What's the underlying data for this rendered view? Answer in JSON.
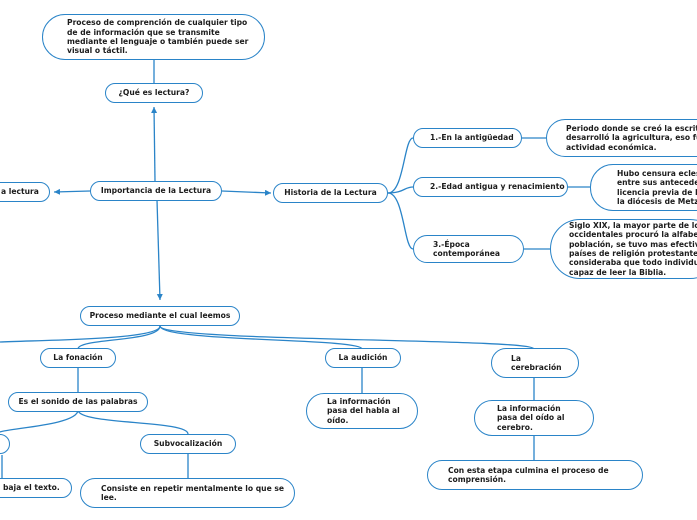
{
  "nodes": {
    "definicion": "Proceso de comprención de cualquier tipo\nde  de información  que se transmite\nmediante el lenguaje o también puede ser\nvisual o táctil.",
    "que_es": "¿Qué es lectura?",
    "importancia": "Importancia de la Lectura",
    "importancia_lectura": "a lectura",
    "historia": "Historia de la Lectura",
    "antiguedad": "1.-En la antigüedad",
    "antiguedad_desc": "Periodo donde se creó la escritura\ndesarrolló la agricultura, eso fue l\nactividad económica.",
    "edad_antigua": "2.-Edad antigua y renacimiento",
    "edad_antigua_desc": "Hubo censura eclesiá\nentre sus antecedent\nlicencia previa de Im\nla diócesis de Metz e",
    "epoca": "3.-Época\ncontemporánea",
    "epoca_desc": "Siglo XIX, la mayor parte de los p\noccidentales procuró la alfabetiz\npoblación, se tuvo mas efectivida\npaíses de religión  protestante, c\nconsideraba que todo individuo d\ncapaz de leer la Biblia.",
    "proceso": "Proceso mediante el cual leemos",
    "fonacion": "La fonación",
    "sonido": "Es el sonido de las palabras",
    "voz_baja": "baja el texto.",
    "subvocalizacion": "Subvocalización",
    "subvocalizacion_desc": "Consiste en repetir mentalmente lo que se\nlee.",
    "audicion": "La audición",
    "audicion_desc": "La información\npasa del habla al\noído.",
    "cerebracion": "La\ncerebración",
    "cerebracion_desc": "La información\npasa del oído al\ncerebro.",
    "comprension": "Con esta etapa culmina el proceso de\ncomprensión."
  },
  "colors": {
    "line": "#2a84c8",
    "text": "#1c1c1c",
    "background": "#ffffff"
  }
}
